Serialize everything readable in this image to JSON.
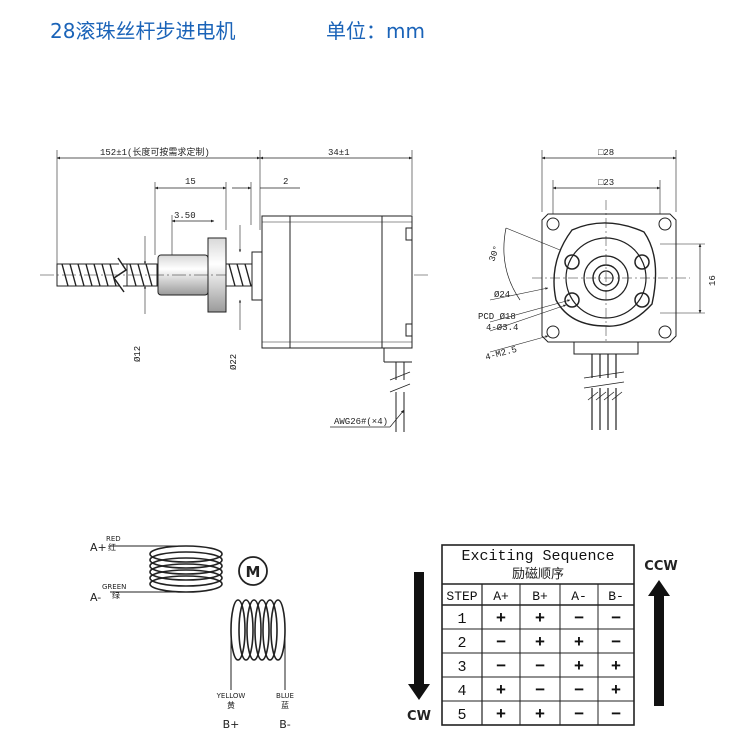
{
  "header": {
    "title": "28滚珠丝杆步进电机",
    "unit": "单位：mm"
  },
  "dims": {
    "lead_len": "152±1(长度可按需求定制)",
    "motor_len": "34±1",
    "nut_len": "15",
    "gap": "2",
    "shoulder": "3.50",
    "screw_dia": "Ø12",
    "boss_dia": "Ø22",
    "wire": "AWG26#(×4)",
    "flange": "□28",
    "hole_pitch": "□23",
    "angle": "30°",
    "pilot": "Ø24",
    "pcd": "PCD Ø18",
    "nut_holes": "4-Ø3.4",
    "mount_holes": "4-M2.5",
    "height16": "16"
  },
  "wiring": {
    "red": "RED",
    "red_cn": "红",
    "a_plus": "A+",
    "green": "GREEN",
    "green_cn": "绿",
    "a_minus": "A-",
    "motor": "M",
    "yellow": "YELLOW",
    "yellow_cn": "黄",
    "b_plus": "B+",
    "blue": "BLUE",
    "blue_cn": "蓝",
    "b_minus": "B-"
  },
  "sequence": {
    "title": "Exciting Sequence",
    "title_cn": "励磁顺序",
    "ccw": "CCW",
    "cw": "CW",
    "headers": [
      "STEP",
      "A+",
      "B+",
      "A-",
      "B-"
    ],
    "rows": [
      [
        "1",
        "+",
        "+",
        "−",
        "−"
      ],
      [
        "2",
        "−",
        "+",
        "+",
        "−"
      ],
      [
        "3",
        "−",
        "−",
        "+",
        "+"
      ],
      [
        "4",
        "+",
        "−",
        "−",
        "+"
      ],
      [
        "5",
        "+",
        "+",
        "−",
        "−"
      ]
    ]
  }
}
